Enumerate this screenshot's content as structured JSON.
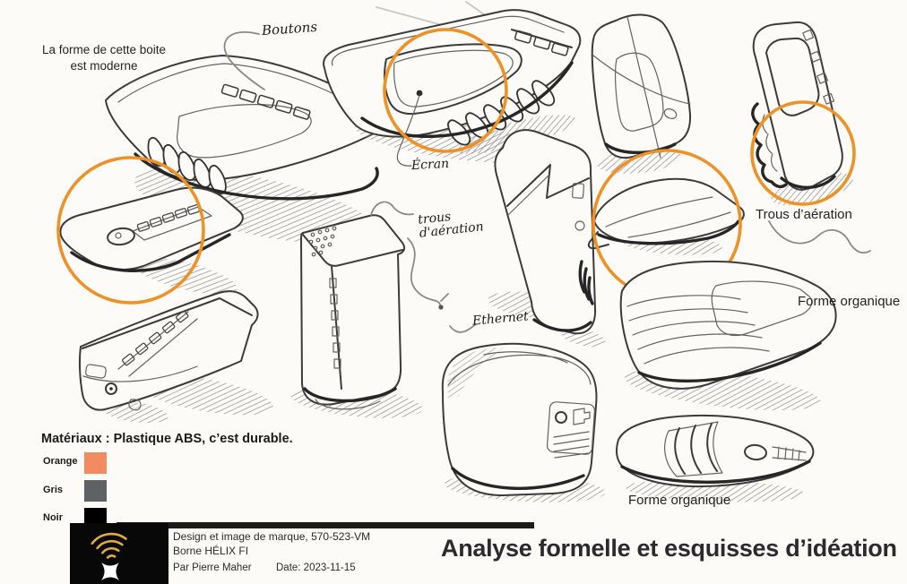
{
  "page": {
    "background": "#FCFBF8"
  },
  "colors": {
    "highlight_orange": "#EE9228",
    "ink": "#3B3B3B",
    "logo_gold": "#E3AA3C"
  },
  "annotations": {
    "note_modern_line1": "La forme de cette boite",
    "note_modern_line2": "est moderne",
    "hw_boutons": "Boutons",
    "hw_ecran": "Écran",
    "hw_trous_line1": "trous",
    "hw_trous_line2": "d'aération",
    "hw_ethernet": "Ethernet",
    "trous_aeration": "Trous d’aération",
    "forme_organique_right": "Forme organique",
    "forme_organique_bottom": "Forme organique"
  },
  "materials": {
    "heading": "Matériaux : Plastique ABS, c’est durable.",
    "legend": [
      {
        "label": "Orange",
        "color": "#F28B5F"
      },
      {
        "label": "Gris",
        "color": "#5F6264"
      },
      {
        "label": "Noir",
        "color": "#000000"
      }
    ]
  },
  "footer": {
    "course": "Design et image de marque, 570-523-VM",
    "product": "Borne HÉLIX FI",
    "author": "Par Pierre Maher",
    "date": "Date: 2023-11-15",
    "title": "Analyse formelle et esquisses d’idéation",
    "logo_icon": "wifi-x-logo"
  }
}
